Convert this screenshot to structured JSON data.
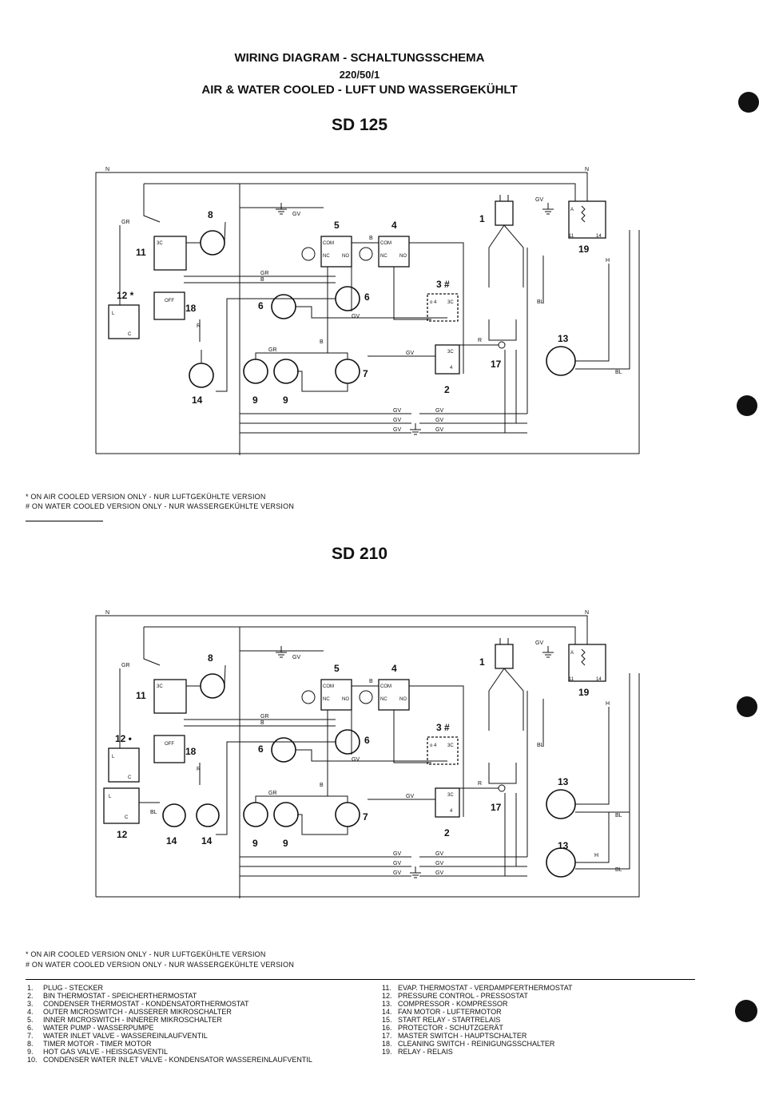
{
  "header": {
    "title": "WIRING DIAGRAM - SCHALTUNGSSCHEMA",
    "voltage": "220/50/1",
    "subtitle": "AIR & WATER COOLED -  LUFT UND WASSERGEKÜHLT"
  },
  "diagrams": [
    {
      "model": "SD 125",
      "notes": [
        "* ON AIR COOLED VERSION ONLY - NUR LUFTGEKÜHLTE VERSION",
        "# ON WATER COOLED VERSION ONLY - NUR WASSERGEKÜHLTE VERSION"
      ]
    },
    {
      "model": "SD 210",
      "notes": [
        "* ON AIR COOLED VERSION ONLY - NUR LUFTGEKÜHLTE VERSION",
        "# ON WATER COOLED VERSION ONLY - NUR WASSERGEKÜHLTE VERSION"
      ]
    }
  ],
  "wire_codes": [
    "N",
    "GR",
    "GV",
    "B",
    "R",
    "H",
    "BL"
  ],
  "contact_labels": [
    "COM",
    "NC",
    "NO",
    "3C",
    "OFF",
    "L",
    "C",
    "A",
    "11",
    "14"
  ],
  "legend_left": [
    {
      "num": "1.",
      "text": "PLUG - STECKER"
    },
    {
      "num": "2.",
      "text": "BIN THERMOSTAT - SPEICHERTHERMOSTAT"
    },
    {
      "num": "3.",
      "text": "CONDENSER THERMOSTAT - KONDENSATORTHERMOSTAT"
    },
    {
      "num": "4.",
      "text": "OUTER MICROSWITCH - AUSSERER MIKROSCHALTER"
    },
    {
      "num": "5.",
      "text": "INNER MICROSWITCH - INNERER MIKROSCHALTER"
    },
    {
      "num": "6.",
      "text": "WATER PUMP - WASSERPUMPE"
    },
    {
      "num": "7.",
      "text": "WATER INLET VALVE - WASSEREINLAUFVENTIL"
    },
    {
      "num": "8.",
      "text": "TIMER MOTOR - TIMER MOTOR"
    },
    {
      "num": "9.",
      "text": "HOT GAS VALVE - HEISSGASVENTIL"
    },
    {
      "num": "10.",
      "text": "CONDENSER WATER INLET VALVE - KONDENSATOR WASSEREINLAUFVENTIL"
    }
  ],
  "legend_right": [
    {
      "num": "11.",
      "text": "EVAP. THERMOSTAT - VERDAMPFERTHERMOSTAT"
    },
    {
      "num": "12.",
      "text": "PRESSURE CONTROL - PRESSOSTAT"
    },
    {
      "num": "13.",
      "text": "COMPRESSOR - KOMPRESSOR"
    },
    {
      "num": "14.",
      "text": "FAN MOTOR - LUFTERMOTOR"
    },
    {
      "num": "15.",
      "text": "START RELAY - STARTRELAIS"
    },
    {
      "num": "16.",
      "text": "PROTECTOR - SCHUTZGERÄT"
    },
    {
      "num": "17.",
      "text": "MASTER SWITCH - HAUPTSCHALTER"
    },
    {
      "num": "18.",
      "text": "CLEANING SWITCH - REINIGUNGSSCHALTER"
    },
    {
      "num": "19.",
      "text": "RELAY - RELAIS"
    }
  ]
}
